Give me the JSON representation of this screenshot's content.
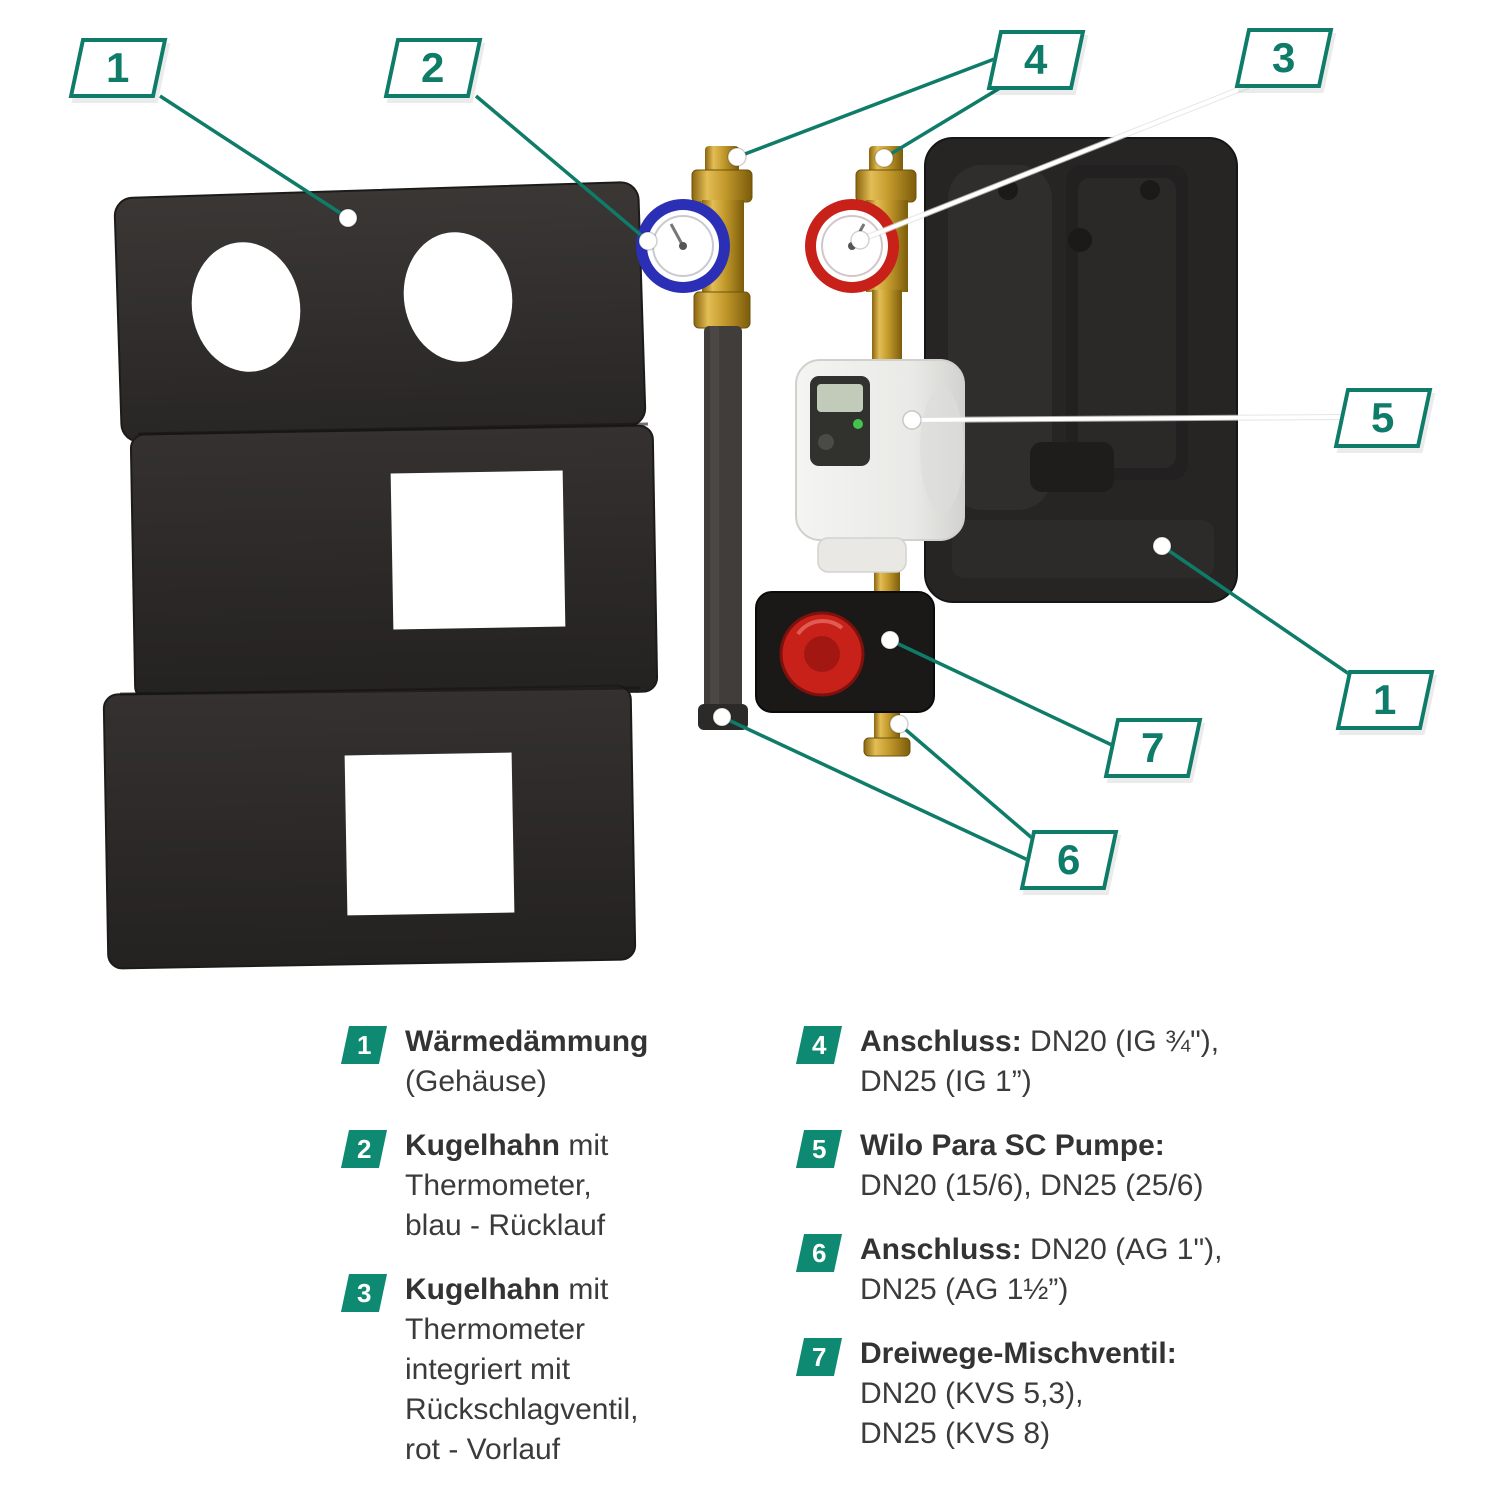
{
  "colors": {
    "accent": "#0e7c68",
    "marker_bg": "#0f8a72",
    "thermometer_blue": "#2b2fb5",
    "thermometer_red": "#c8211a",
    "brass": "#c2992b",
    "foam_dark": "#2b2928",
    "mixer_knob_red": "#c8211a"
  },
  "callouts": [
    {
      "label": "1"
    },
    {
      "label": "2"
    },
    {
      "label": "4"
    },
    {
      "label": "3"
    },
    {
      "label": "5"
    },
    {
      "label": "1"
    },
    {
      "label": "7"
    },
    {
      "label": "6"
    }
  ],
  "legend": {
    "left": [
      {
        "num": "1",
        "bold": "Wärmedämmung",
        "text": "\n(Gehäuse)"
      },
      {
        "num": "2",
        "bold": "Kugelhahn",
        "text": " mit\nThermometer,\nblau - Rücklauf"
      },
      {
        "num": "3",
        "bold": "Kugelhahn",
        "text": " mit\nThermometer\nintegriert mit\nRückschlagventil,\nrot - Vorlauf"
      }
    ],
    "right": [
      {
        "num": "4",
        "bold": "Anschluss:",
        "text": " DN20 (IG ¾\"),\nDN25 (IG 1”)"
      },
      {
        "num": "5",
        "bold": "Wilo Para SC Pumpe:",
        "text": "\nDN20 (15/6), DN25 (25/6)"
      },
      {
        "num": "6",
        "bold": "Anschluss:",
        "text": " DN20 (AG 1\"),\nDN25 (AG 1½”)"
      },
      {
        "num": "7",
        "bold": "Dreiwege-Mischventil:",
        "text": "\nDN20 (KVS 5,3),\nDN25 (KVS 8)"
      }
    ]
  }
}
